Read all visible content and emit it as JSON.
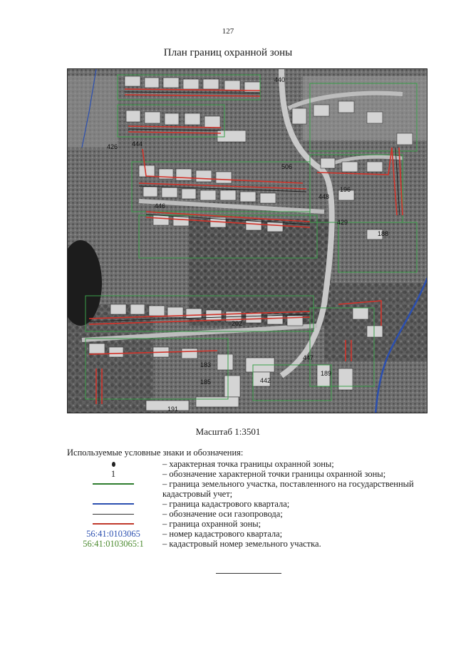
{
  "page": {
    "number": "127",
    "title": "План границ охранной зоны",
    "scale": "Масштаб 1:3501"
  },
  "map": {
    "labels": [
      "440",
      "426",
      "444",
      "506",
      "448",
      "446",
      "196",
      "429",
      "188",
      "442",
      "183",
      "185",
      "189",
      "191",
      "447",
      "202"
    ]
  },
  "legend": {
    "heading": "Используемые условные знаки и обозначения:",
    "items": [
      {
        "symbol": "dot",
        "text": "– характерная точка границы охранной зоны;"
      },
      {
        "symbol": "number",
        "symbol_text": "1",
        "text": "– обозначение характерной точки границы охранной зоны;"
      },
      {
        "symbol": "line",
        "color": "#2e7d2e",
        "text": "– граница земельного участка, поставленного на государственный кадастровый учет;"
      },
      {
        "symbol": "line",
        "color": "#2b4fb0",
        "text": "– граница кадастрового квартала;"
      },
      {
        "symbol": "line",
        "color": "#333333",
        "text": "– обозначение оси газопровода;"
      },
      {
        "symbol": "line",
        "color": "#c0392b",
        "text": "– граница охранной зоны;"
      },
      {
        "symbol": "number",
        "symbol_text": "56:41:0103065",
        "color": "#2b4fb0",
        "text": "– номер кадастрового квартала;"
      },
      {
        "symbol": "number",
        "symbol_text": "56:41:0103065:1",
        "color": "#4a8a2e",
        "text": "– кадастровый номер земельного участка."
      }
    ]
  }
}
